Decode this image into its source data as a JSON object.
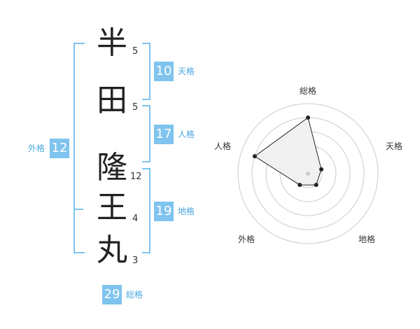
{
  "name": {
    "chars": [
      {
        "char": "半",
        "strokes": "5"
      },
      {
        "char": "田",
        "strokes": "5"
      },
      {
        "char": "隆",
        "strokes": "12"
      },
      {
        "char": "王",
        "strokes": "4"
      },
      {
        "char": "丸",
        "strokes": "3"
      }
    ]
  },
  "fortune": {
    "tenkaku": {
      "value": "10",
      "label": "天格"
    },
    "jinkaku": {
      "value": "17",
      "label": "人格"
    },
    "chikaku": {
      "value": "19",
      "label": "地格"
    },
    "gaikaku": {
      "value": "12",
      "label": "外格"
    },
    "soukaku": {
      "value": "29",
      "label": "総格"
    }
  },
  "colors": {
    "accent": "#7fc4ee",
    "polygon_fill": "#f0f0f0",
    "ring": "#cccccc"
  },
  "chart_data": {
    "type": "radar",
    "axes": [
      "総格",
      "天格",
      "地格",
      "外格",
      "人格"
    ],
    "values": [
      4,
      1,
      1,
      1,
      4
    ],
    "max": 5,
    "rings": 5
  }
}
